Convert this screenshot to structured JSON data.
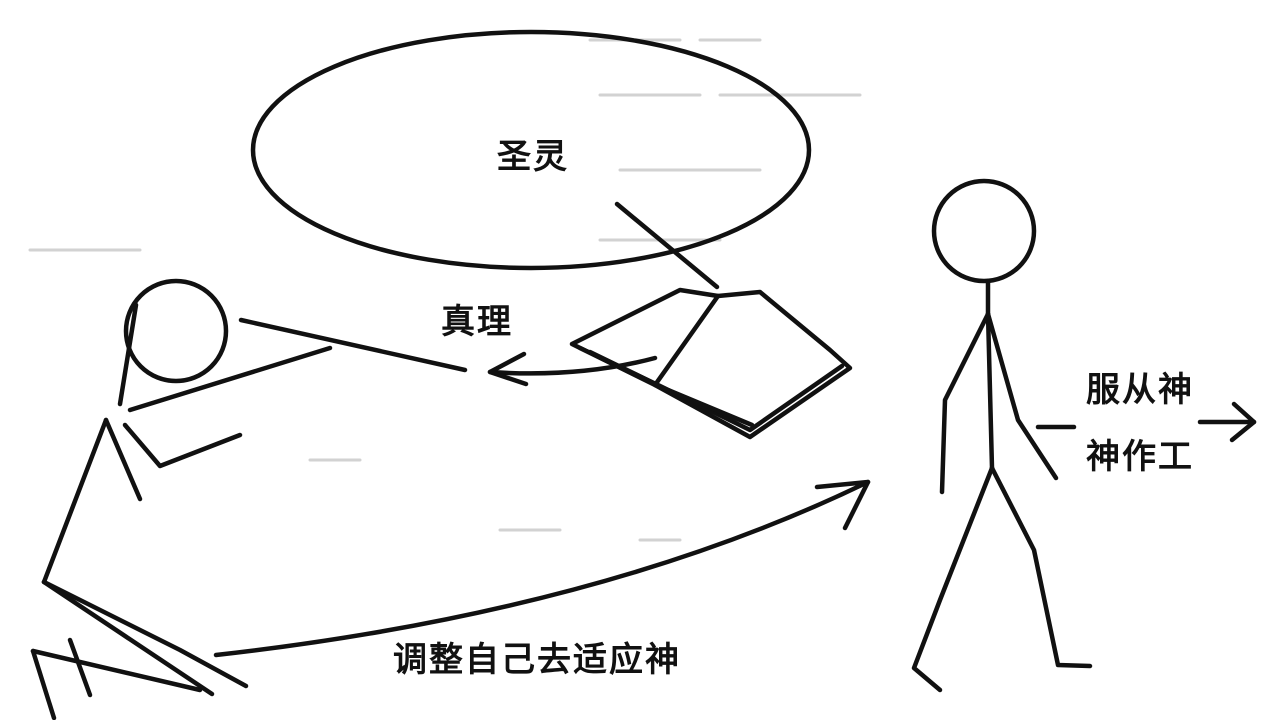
{
  "labels": {
    "holy_spirit": "圣灵",
    "truth": "真理",
    "obey_god": "服从神",
    "god_working": "神作工",
    "adjust_self": "调整自己去适应神"
  },
  "colors": {
    "ink": "#111111",
    "paper": "#ffffff",
    "bleed_through": "#d2d2d2"
  }
}
